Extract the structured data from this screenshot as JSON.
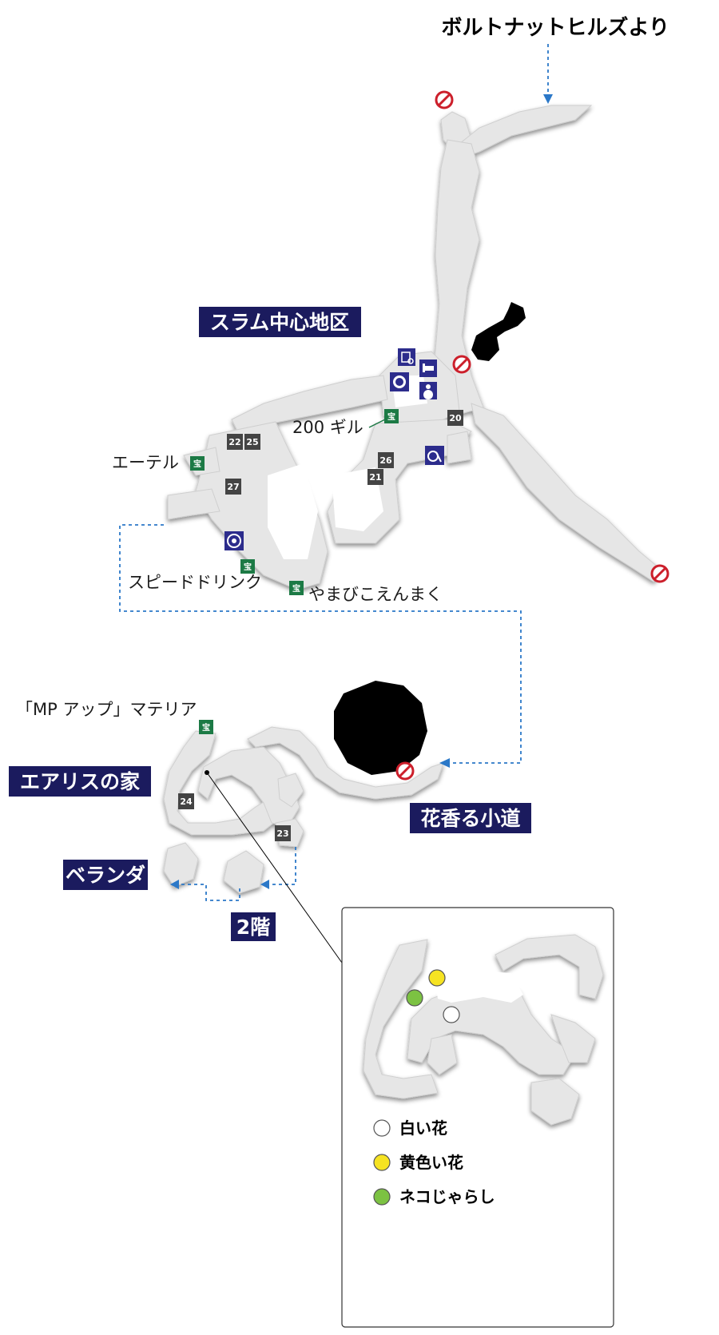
{
  "destination_label": "ボルトナットヒルズより",
  "areas": {
    "slum_center": "スラム中心地区",
    "aerith_house": "エアリスの家",
    "flower_path": "花香る小道",
    "veranda": "ベランダ",
    "second_floor": "2階"
  },
  "treasures": {
    "gil": "200 ギル",
    "ether": "エーテル",
    "speed_drink": "スピードドリンク",
    "yamabiko": "やまびこえんまく",
    "mp_up": "「MP アップ」マテリア"
  },
  "chest_glyph": "宝",
  "numbers": [
    "20",
    "21",
    "22",
    "23",
    "24",
    "25",
    "26",
    "27"
  ],
  "legend": [
    {
      "label": "白い花",
      "color": "#ffffff"
    },
    {
      "label": "黄色い花",
      "color": "#f6e322"
    },
    {
      "label": "ネコじゃらし",
      "color": "#7cc242"
    }
  ],
  "colors": {
    "area_label_bg": "#1b1b5e",
    "chest_bg": "#1c7a45",
    "number_bg": "#444444",
    "route": "#2b78c8",
    "no_entry": "#cc1f2b",
    "shop_icon_bg": "#2c2c8c"
  },
  "icons": [
    "no-entry-icon",
    "shop-icon",
    "inn-icon",
    "materia-shop-icon",
    "vending-icon",
    "music-icon",
    "chocobo-icon"
  ]
}
